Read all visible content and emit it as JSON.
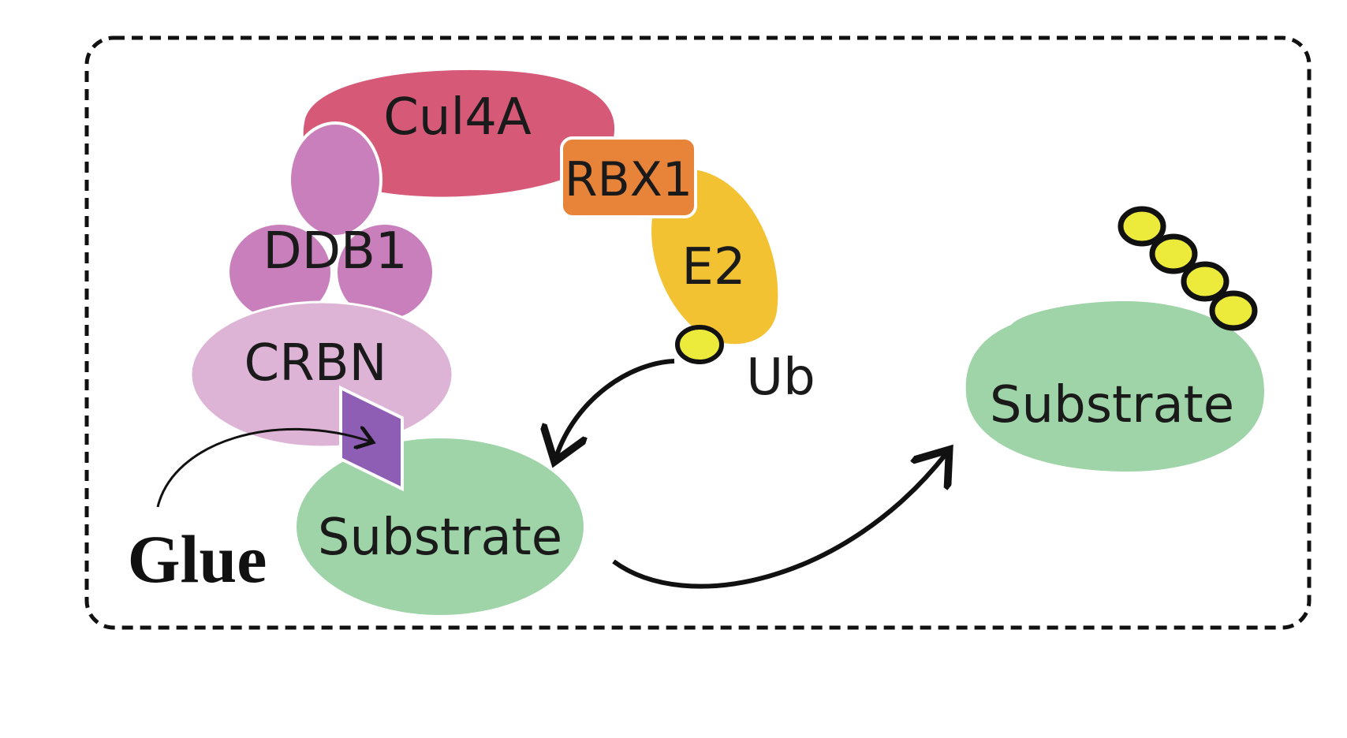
{
  "labels": {
    "cul4a": "Cul4A",
    "rbx1": "RBX1",
    "ddb1": "DDB1",
    "e2": "E2",
    "crbn": "CRBN",
    "ub": "Ub",
    "substrate_bound": "Substrate",
    "substrate_released": "Substrate",
    "glue": "Glue"
  },
  "colors": {
    "cul4a": "#d65a78",
    "rbx1": "#e8843a",
    "e2": "#f3c233",
    "ddb1": "#c97fbb",
    "crbn": "#ddb4d6",
    "glue": "#8d5eb4",
    "substrate": "#9fd3a8",
    "ubiquitin": "#ecea3b",
    "outline": "#111111"
  },
  "ubiquitin_chain_count": 4
}
